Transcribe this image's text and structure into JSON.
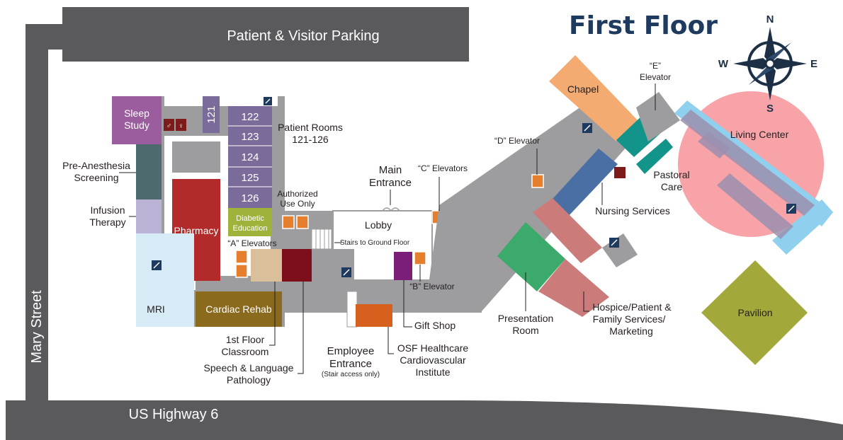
{
  "title": "First Floor",
  "roads": {
    "parking": "Patient & Visitor Parking",
    "highway": "US Highway 6",
    "street": "Mary Street"
  },
  "compass": {
    "n": "N",
    "e": "E",
    "s": "S",
    "w": "W"
  },
  "rooms": {
    "sleep_line1": "Sleep",
    "sleep_line2": "Study",
    "room121": "121",
    "room122": "122",
    "room123": "123",
    "room124": "124",
    "room125": "125",
    "room126": "126",
    "pharmacy": "Pharmacy",
    "diabetic_line1": "Diabetic",
    "diabetic_line2": "Education",
    "mri": "MRI",
    "cardiac": "Cardiac Rehab",
    "lobby": "Lobby",
    "chapel": "Chapel",
    "living_center": "Living Center",
    "pavilion": "Pavilion"
  },
  "labels": {
    "patient_rooms_line1": "Patient Rooms",
    "patient_rooms_line2": "121-126",
    "pre_anes_line1": "Pre-Anesthesia",
    "pre_anes_line2": "Screening",
    "infusion_line1": "Infusion",
    "infusion_line2": "Therapy",
    "authorized_line1": "Authorized",
    "authorized_line2": "Use Only",
    "a_elevators": "“A” Elevators",
    "b_elevator": "“B” Elevator",
    "c_elevators": "“C” Elevators",
    "d_elevator": "“D” Elevator",
    "e_line1": "“E”",
    "e_line2": "Elevator",
    "main_line1": "Main",
    "main_line2": "Entrance",
    "stairs_ground": "Stairs to Ground Floor",
    "classroom_line1": "1st Floor",
    "classroom_line2": "Classroom",
    "speech_line1": "Speech & Language",
    "speech_line2": "Pathology",
    "employee_line1": "Employee",
    "employee_line2": "Entrance",
    "employee_note": "(Stair access only)",
    "osf_line1": "OSF Healthcare",
    "osf_line2": "Cardiovascular",
    "osf_line3": "Institute",
    "gift_shop": "Gift Shop",
    "presentation_line1": "Presentation",
    "presentation_line2": "Room",
    "hospice_line1": "Hospice/Patient &",
    "hospice_line2": "Family Services/",
    "hospice_line3": "Marketing",
    "nursing": "Nursing Services",
    "pastoral_line1": "Pastoral",
    "pastoral_line2": "Care"
  },
  "colors": {
    "road": "#5a5a5c",
    "corridor": "#9d9d9f",
    "title": "#1f3a5f",
    "sleep": "#9b5d9d",
    "patient_rooms": "#7b6b9a",
    "pharmacy": "#b22a2a",
    "diabetic": "#9fb33a",
    "pre_anesthesia": "#4d6b6e",
    "infusion": "#bab3d6",
    "mri": "#d7ebf6",
    "cardiac": "#8a6a1c",
    "classroom": "#d9c09a",
    "speech": "#7d0f1c",
    "gift_shop": "#7b1e7a",
    "osf": "#d6611f",
    "chapel": "#f3ab72",
    "teal": "#13948a",
    "nursing": "#4a6fa5",
    "hospice": "#cc7b7b",
    "presentation": "#3caa6a",
    "living_center": "#f8a3a8",
    "living_wing": "#9b8fae",
    "living_blue": "#8fd0ee",
    "pavilion": "#a3a83b",
    "elevator": "#e57f2d"
  }
}
